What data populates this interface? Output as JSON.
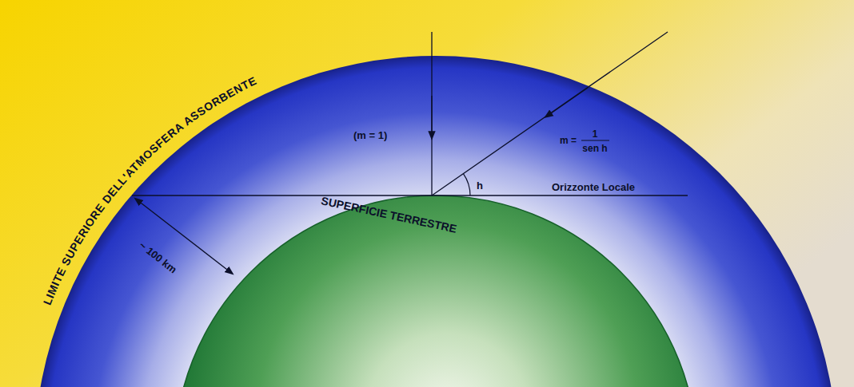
{
  "diagram": {
    "labels": [
      "LIMITE SUPERIORE DELL'ATMOSFERA ASSORBENTE",
      "(m = 1)",
      "m =",
      "1",
      "sen h",
      "h",
      "Orizzonte Locale",
      "SUPERFICIE TERRESTRE",
      "~ 100 km"
    ]
  }
}
